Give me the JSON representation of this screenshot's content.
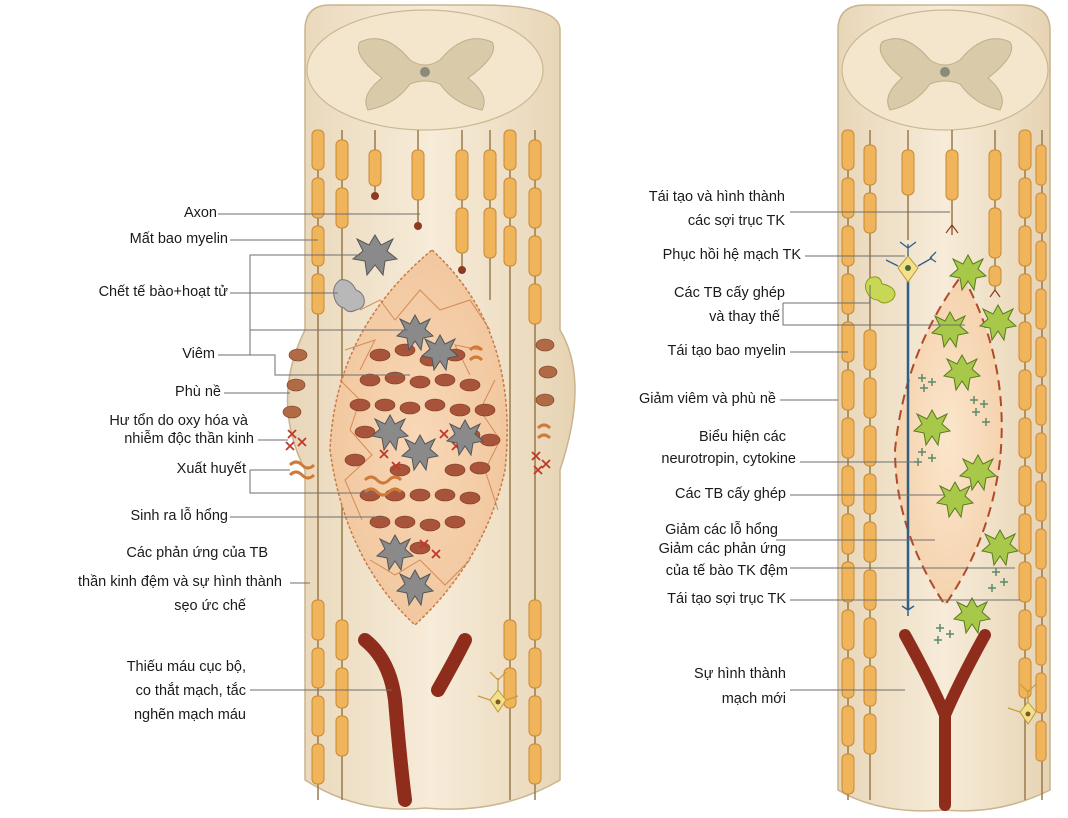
{
  "left_panel": {
    "labels": {
      "axon": "Axon",
      "demyelination": "Mất bao myelin",
      "cell_death": "Chết tế bào+hoạt tử",
      "inflammation": "Viêm",
      "edema": "Phù nề",
      "oxidative_1": "Hư tổn do oxy hóa và",
      "oxidative_2": "nhiễm độc thần kinh",
      "hemorrhage": "Xuất huyết",
      "cavity": "Sinh ra lỗ hổng",
      "glial_1": "Các phản ứng của TB",
      "glial_2": "thần kinh đệm và sự hình thành",
      "glial_3": "sẹo ức chế",
      "ischemia_1": "Thiếu máu cục bộ,",
      "ischemia_2": "co thắt mạch, tắc",
      "ischemia_3": "nghẽn mạch máu"
    }
  },
  "right_panel": {
    "labels": {
      "regen_1": "Tái tạo và hình thành",
      "regen_2": "các sợi trục TK",
      "vascular": "Phục hồi hệ mạch TK",
      "graft_1": "Các TB cấy ghép",
      "graft_2": "và thay thế",
      "remyelination": "Tái tạo bao myelin",
      "reduce_inflammation": "Giảm viêm và phù nề",
      "neurotrophin_1": "Biểu hiện các",
      "neurotrophin_2": "neurotropin, cytokine",
      "grafted_cells": "Các TB cấy ghép",
      "reduce_cavity": "Giảm các lỗ hổng",
      "reduce_glial_1": "Giảm các phản ứng",
      "reduce_glial_2": "của tế bào TK đệm",
      "axon_regen": "Tái tạo sợi trục TK",
      "angio_1": "Sự hình thành",
      "angio_2": "mạch mới"
    }
  },
  "colors": {
    "tissue": "#f3e6d0",
    "grey_matter": "#d8c9a9",
    "myelin": "#f0b45a",
    "lesion": "#f3c9a0",
    "blood_vessel": "#8e2d1c",
    "glia": "#8a8a8a",
    "graft_cell": "#a8c84a",
    "neuron_line": "#2f5f86"
  }
}
